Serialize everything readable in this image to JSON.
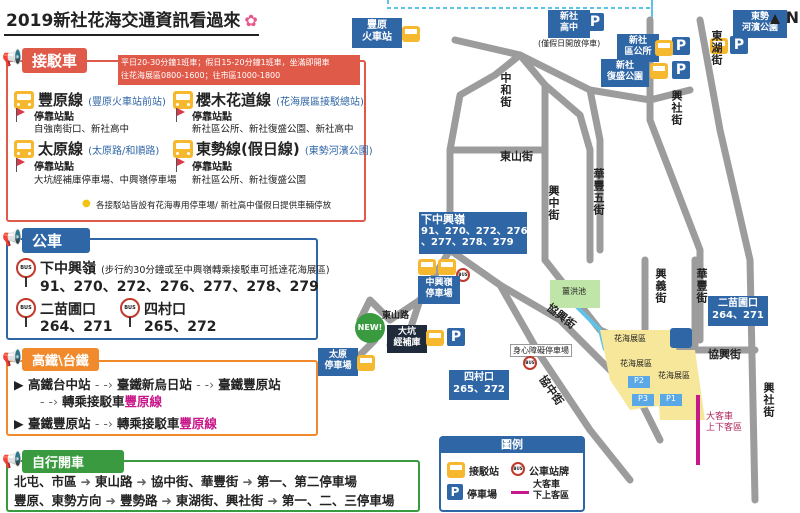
{
  "header": {
    "title": "2019新社花海交通資訊看過來"
  },
  "shuttle": {
    "tag": "接駁車",
    "note_line1": "平日20-30分鐘1班車；假日15-20分鐘1班車，坐滿即開車",
    "note_line2": "往花海展區0800-1600；往市區1000-1800",
    "stops_label": "停靠站點",
    "lines": [
      {
        "name": "豐原線",
        "sub": "(豐原火車站前站)",
        "stops": "自強南街口、新社高中"
      },
      {
        "name": "櫻木花道線",
        "sub": "(花海展區接駁總站)",
        "stops": "新社區公所、新社復盛公園、新社高中"
      },
      {
        "name": "太原線",
        "sub": "(太原路/和順路)",
        "stops": "大坑經補庫停車場、中興嶺停車場"
      },
      {
        "name": "東勢線(假日線)",
        "sub": "(東勢河濱公園)",
        "stops": "新社區公所、新社復盛公園"
      }
    ],
    "footnote": "各接駁站皆設有花海專用停車場/ 新社高中僅假日提供車輛停放"
  },
  "bus": {
    "tag": "公車",
    "stops": [
      {
        "name": "下中興嶺",
        "note": "(步行約30分鐘或至中興嶺轉乘接駁車可抵達花海展區)",
        "routes": "91、270、272、276、277、278、279"
      },
      {
        "name": "二苗圃口",
        "routes": "264、271"
      },
      {
        "name": "四村口",
        "routes": "265、272"
      }
    ]
  },
  "rail": {
    "tag": "高鐵\\台鐵",
    "row1": [
      "高鐵台中站",
      "臺鐵新烏日站",
      "臺鐵豐原站"
    ],
    "row1_transfer": [
      "轉乘接駁車",
      "豐原線"
    ],
    "row2": [
      "臺鐵豐原站",
      "轉乘接駁車",
      "豐原線"
    ]
  },
  "drive": {
    "tag": "自行開車",
    "row1": [
      "北屯、市區",
      "東山路",
      "協中街、華豐街",
      "第一、第二停車場"
    ],
    "row2": [
      "豐原、東勢方向",
      "豐勢路",
      "東湖街、興社街",
      "第一、二、三停車場"
    ]
  },
  "map": {
    "north": "N",
    "labels": {
      "fengyuan_station": "豐原\n火車站",
      "xinshe_high": "新社\n高中",
      "xinshe_high_note": "(僅假日開放停車)",
      "xinshe_office": "新社\n區公所",
      "fusheng_park": "新社\n復盛公園",
      "dongshi_park": "東勢\n河濱公園",
      "zhongxingling": "中興嶺\n停車場",
      "dakeng": "大坑\n經補庫",
      "taiyuan": "太原\n停車場",
      "new_badge": "NEW!",
      "disabled_lot": "身心障礙停車場",
      "pond": "薑洪池",
      "expo1": "花海展區",
      "expo2": "花海展區",
      "expo3": "花海展區",
      "p1": "P1",
      "p2": "P2",
      "p3": "P3",
      "coach": "大客車\n上下客區"
    },
    "streets": {
      "zhonghe": "中和街",
      "dongshan": "東山街",
      "xing": "興中街",
      "huafeng5": "華豐五街",
      "xingyi": "興義街",
      "huafeng": "華豐街",
      "xieXing": "協興街",
      "xieZhong": "協中街",
      "xieXing2": "協興街",
      "xingshe": "興社街",
      "xingshe2": "興社街",
      "donghu": "東湖街",
      "dongshanlu": "東山路"
    },
    "bus_callouts": [
      {
        "name": "下中興嶺",
        "routes": "91、270、272、276\n、277、278、279"
      },
      {
        "name": "二苗圃口",
        "routes": "264、271"
      },
      {
        "name": "四村口",
        "routes": "265、272"
      }
    ],
    "legend": {
      "title": "圖例",
      "shuttle": "接駁站",
      "bus": "公車站牌",
      "parking": "停車場",
      "coach": "大客車\n下上客區"
    },
    "parking_letter": "P",
    "bus_badge": "BUS"
  },
  "colors": {
    "shuttle": "#e05a4a",
    "bus": "#2f66a6",
    "rail": "#f08a2c",
    "drive": "#3a9a3f",
    "pink": "#c8178a"
  }
}
